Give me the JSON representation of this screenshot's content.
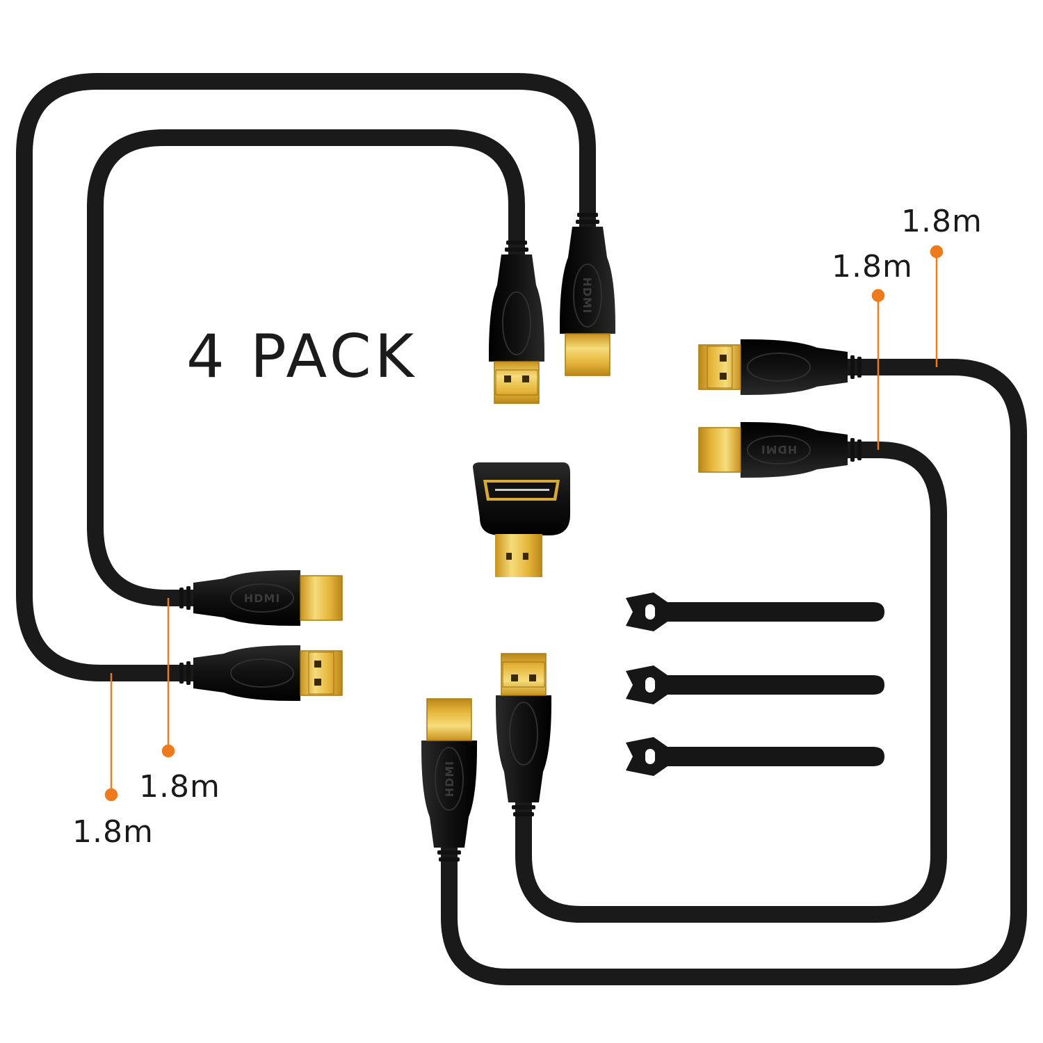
{
  "headline": "4 PACK",
  "colors": {
    "background": "#ffffff",
    "cable": "#1a1a1a",
    "connector_body": "#161616",
    "gold_tip": "#e0b636",
    "gold_light": "#f6dc7a",
    "marker": "#ee7a1c",
    "text": "#1b1b1b"
  },
  "length_labels": [
    {
      "id": "top-right-outer",
      "text": "1.8m"
    },
    {
      "id": "top-right-inner",
      "text": "1.8m"
    },
    {
      "id": "bottom-left-inner",
      "text": "1.8m"
    },
    {
      "id": "bottom-left-outer",
      "text": "1.8m"
    }
  ],
  "connector_logo": "HDMI",
  "items": {
    "cables": 4,
    "right_angle_adapter": 1,
    "cable_ties": 3
  }
}
